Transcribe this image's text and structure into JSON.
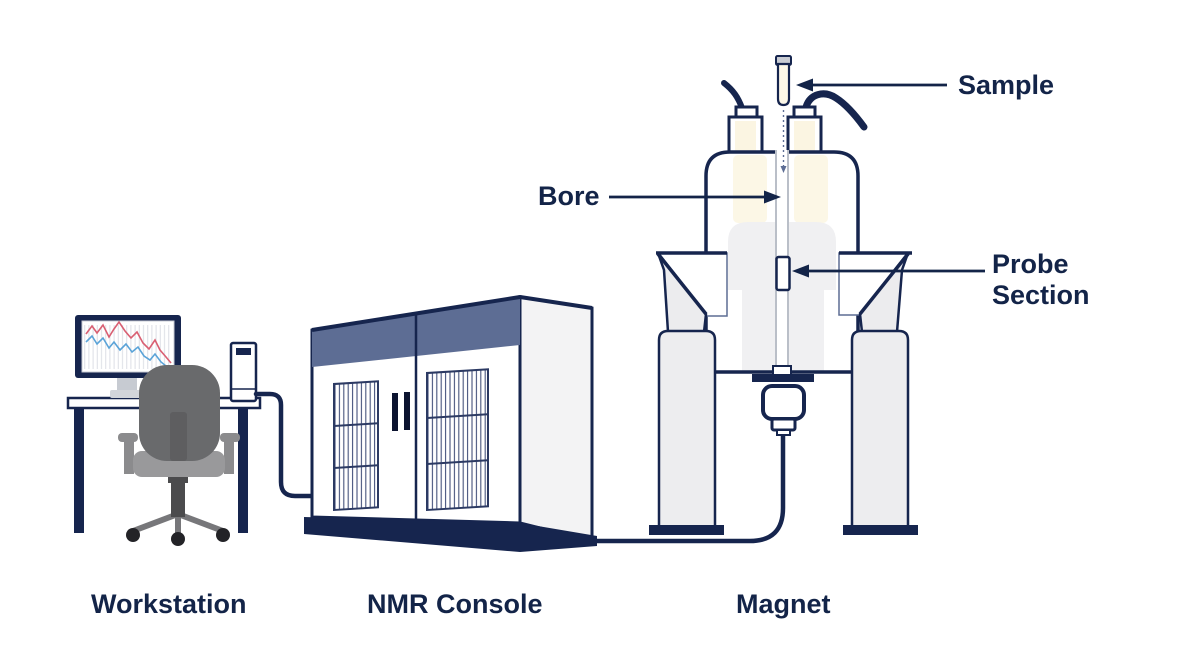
{
  "diagram": {
    "labels": {
      "workstation": "Workstation",
      "nmr_console": "NMR Console",
      "magnet": "Magnet"
    },
    "callouts": {
      "sample": "Sample",
      "bore": "Bore",
      "probe_section": "Probe Section"
    },
    "colors": {
      "navy": "#16254e",
      "slate_blue": "#5d6d94",
      "cream": "#fbf5e2",
      "light_gray": "#efeff1",
      "chair_gray": "#696a6c",
      "chart_red": "#d95f72",
      "chart_blue": "#5aa3d8",
      "background": "#ffffff"
    },
    "icons": [
      "monitor-line-chart-icon",
      "office-chair-icon",
      "desk-icon",
      "tower-pc-icon",
      "console-cabinet-icon",
      "magnet-cylinder-icon",
      "sample-tube-icon",
      "probe-assembly-icon",
      "cable-icon"
    ]
  }
}
